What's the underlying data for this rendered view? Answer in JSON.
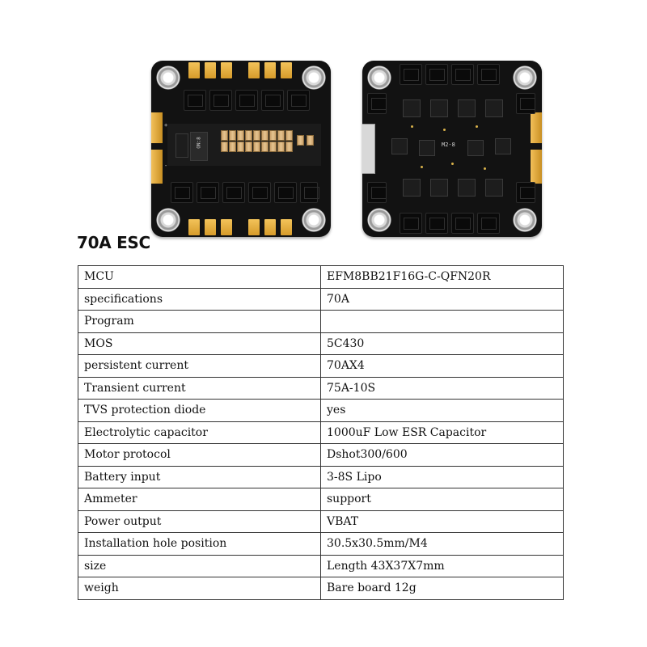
{
  "title": "70A ESC",
  "board_front_silk": {
    "label_a": "ON:8",
    "plus": "+",
    "minus": "-"
  },
  "board_back_silk": {
    "label_a": "M2-8"
  },
  "specs": [
    {
      "label": "MCU",
      "value": "EFM8BB21F16G-C-QFN20R"
    },
    {
      "label": "specifications",
      "value": "70A"
    },
    {
      "label": "Program",
      "value": ""
    },
    {
      "label": "MOS",
      "value": "5C430"
    },
    {
      "label": "persistent current",
      "value": "70AX4"
    },
    {
      "label": "Transient current",
      "value": "75A-10S"
    },
    {
      "label": "TVS protection diode",
      "value": "yes"
    },
    {
      "label": "Electrolytic capacitor",
      "value": "1000uF Low ESR Capacitor"
    },
    {
      "label": "Motor protocol",
      "value": "Dshot300/600"
    },
    {
      "label": "Battery input",
      "value": "3-8S Lipo"
    },
    {
      "label": "Ammeter",
      "value": "support"
    },
    {
      "label": "Power output",
      "value": "VBAT"
    },
    {
      "label": "Installation hole position",
      "value": "30.5x30.5mm/M4"
    },
    {
      "label": "size",
      "value": "Length 43X37X7mm"
    },
    {
      "label": "weigh",
      "value": "Bare board 12g"
    }
  ]
}
